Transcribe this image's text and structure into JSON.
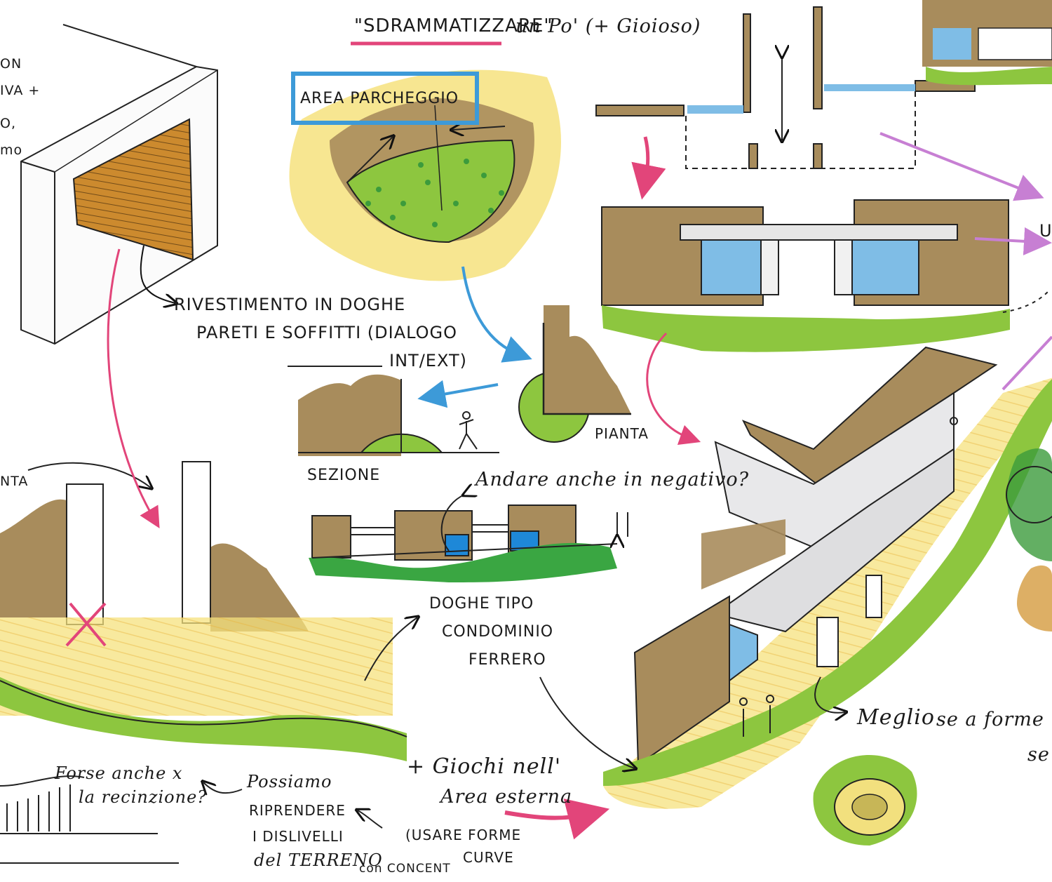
{
  "colors": {
    "brown": "#a88c5c",
    "yellow": "#f6e27e",
    "green": "#8dc63f",
    "dark_green": "#3c9b3c",
    "blue": "#3d9ad8",
    "pink": "#e2457a",
    "violet": "#c77fd3",
    "orange_wood": "#cc8a2e"
  },
  "header": {
    "title": "\"SDRAMMATIZZARE\"",
    "title_tail": "un Po' (+ Gioioso)"
  },
  "left_edge_fragments": [
    "ON",
    "IVA +",
    "O,",
    "mo",
    "NTA"
  ],
  "labels": {
    "area_parcheggio": "AREA PARCHEGGIO",
    "rivestimento_line1": "RIVESTIMENTO IN DOGHE",
    "rivestimento_line2": "PARETI E SOFFITTI (DIALOGO",
    "rivestimento_line3": "INT/EXT)",
    "sezione": "SEZIONE",
    "pianta": "PIANTA",
    "negativo_question": "Andare anche in negativo?",
    "doghe_line1": "DOGHE TIPO",
    "doghe_line2": "CONDOMINIO",
    "doghe_line3": "FERRERO",
    "recinzione_line1": "Forse anche x",
    "recinzione_line2": "la recinzione?",
    "possiamo_line1": "Possiamo",
    "possiamo_line2": "RIPRENDERE",
    "possiamo_line3": "I DISLIVELLI",
    "possiamo_line4": "del TERRENO",
    "possiamo_tail": "con CONCENT",
    "giochi_line1": "+ Giochi nell'",
    "giochi_line2": "Area esterna",
    "usare_line1": "(USARE FORME",
    "usare_line2": "CURVE",
    "meglio": "Meglio",
    "meglio_tail": "se a forme",
    "right_edge_fragment": "se",
    "right_top_fragment": "U"
  }
}
